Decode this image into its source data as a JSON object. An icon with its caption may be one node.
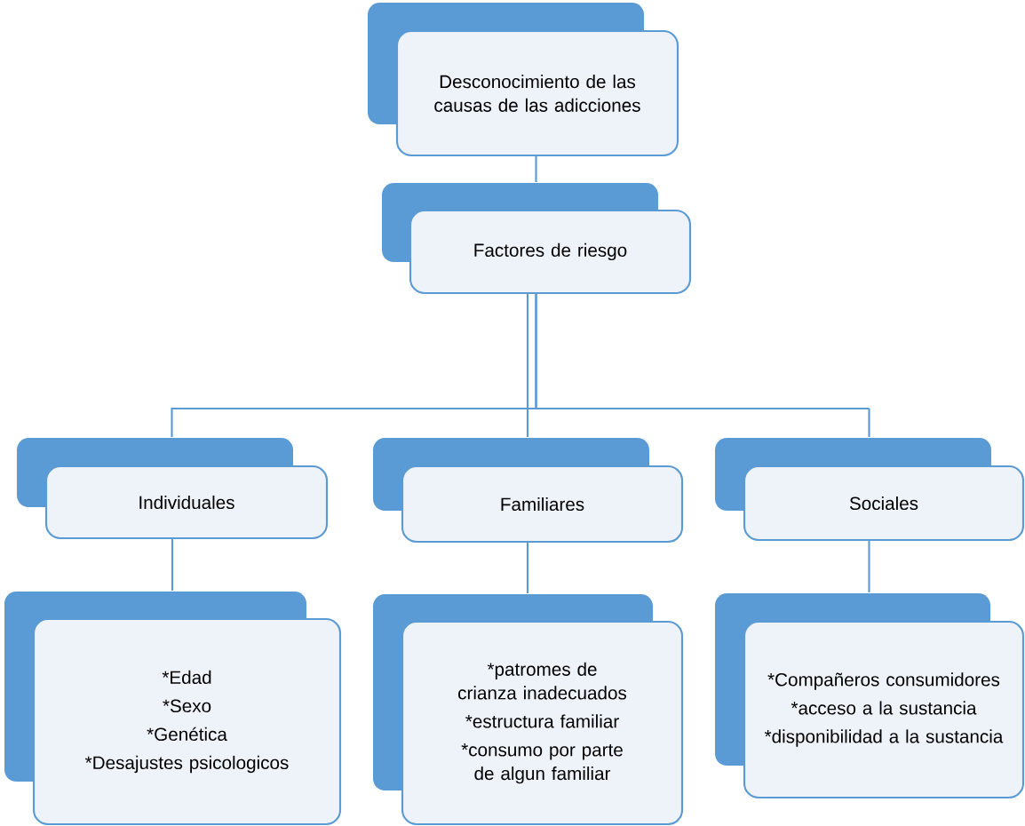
{
  "diagram": {
    "nodes": [
      {
        "text": [
          "Desconocimiento de las causas de las adicciones"
        ]
      },
      {
        "text": [
          "Factores de riesgo"
        ]
      },
      {
        "text": [
          "Individuales"
        ]
      },
      {
        "text": [
          "Familiares"
        ]
      },
      {
        "text": [
          "Sociales"
        ]
      },
      {
        "text": [
          "*Edad",
          "*Sexo",
          "*Genética",
          "*Desajustes psicologicos"
        ]
      },
      {
        "text": [
          "*patromes de crianza inadecuados",
          "*estructura familiar",
          "*consumo por parte de algun familiar"
        ]
      },
      {
        "text": [
          "*Compañeros consumidores",
          "*acceso a la sustancia",
          "*disponibilidad a  la sustancia"
        ]
      }
    ],
    "edges": [
      {
        "from": 0,
        "to": 1,
        "arrow": "none"
      },
      {
        "from": 1,
        "to": 2,
        "arrow": "none"
      },
      {
        "from": 1,
        "to": 3,
        "arrow": "none"
      },
      {
        "from": 1,
        "to": 4,
        "arrow": "none"
      },
      {
        "from": 2,
        "to": 5,
        "arrow": "none"
      },
      {
        "from": 3,
        "to": 6,
        "arrow": "none"
      },
      {
        "from": 4,
        "to": 7,
        "arrow": "none"
      }
    ]
  }
}
